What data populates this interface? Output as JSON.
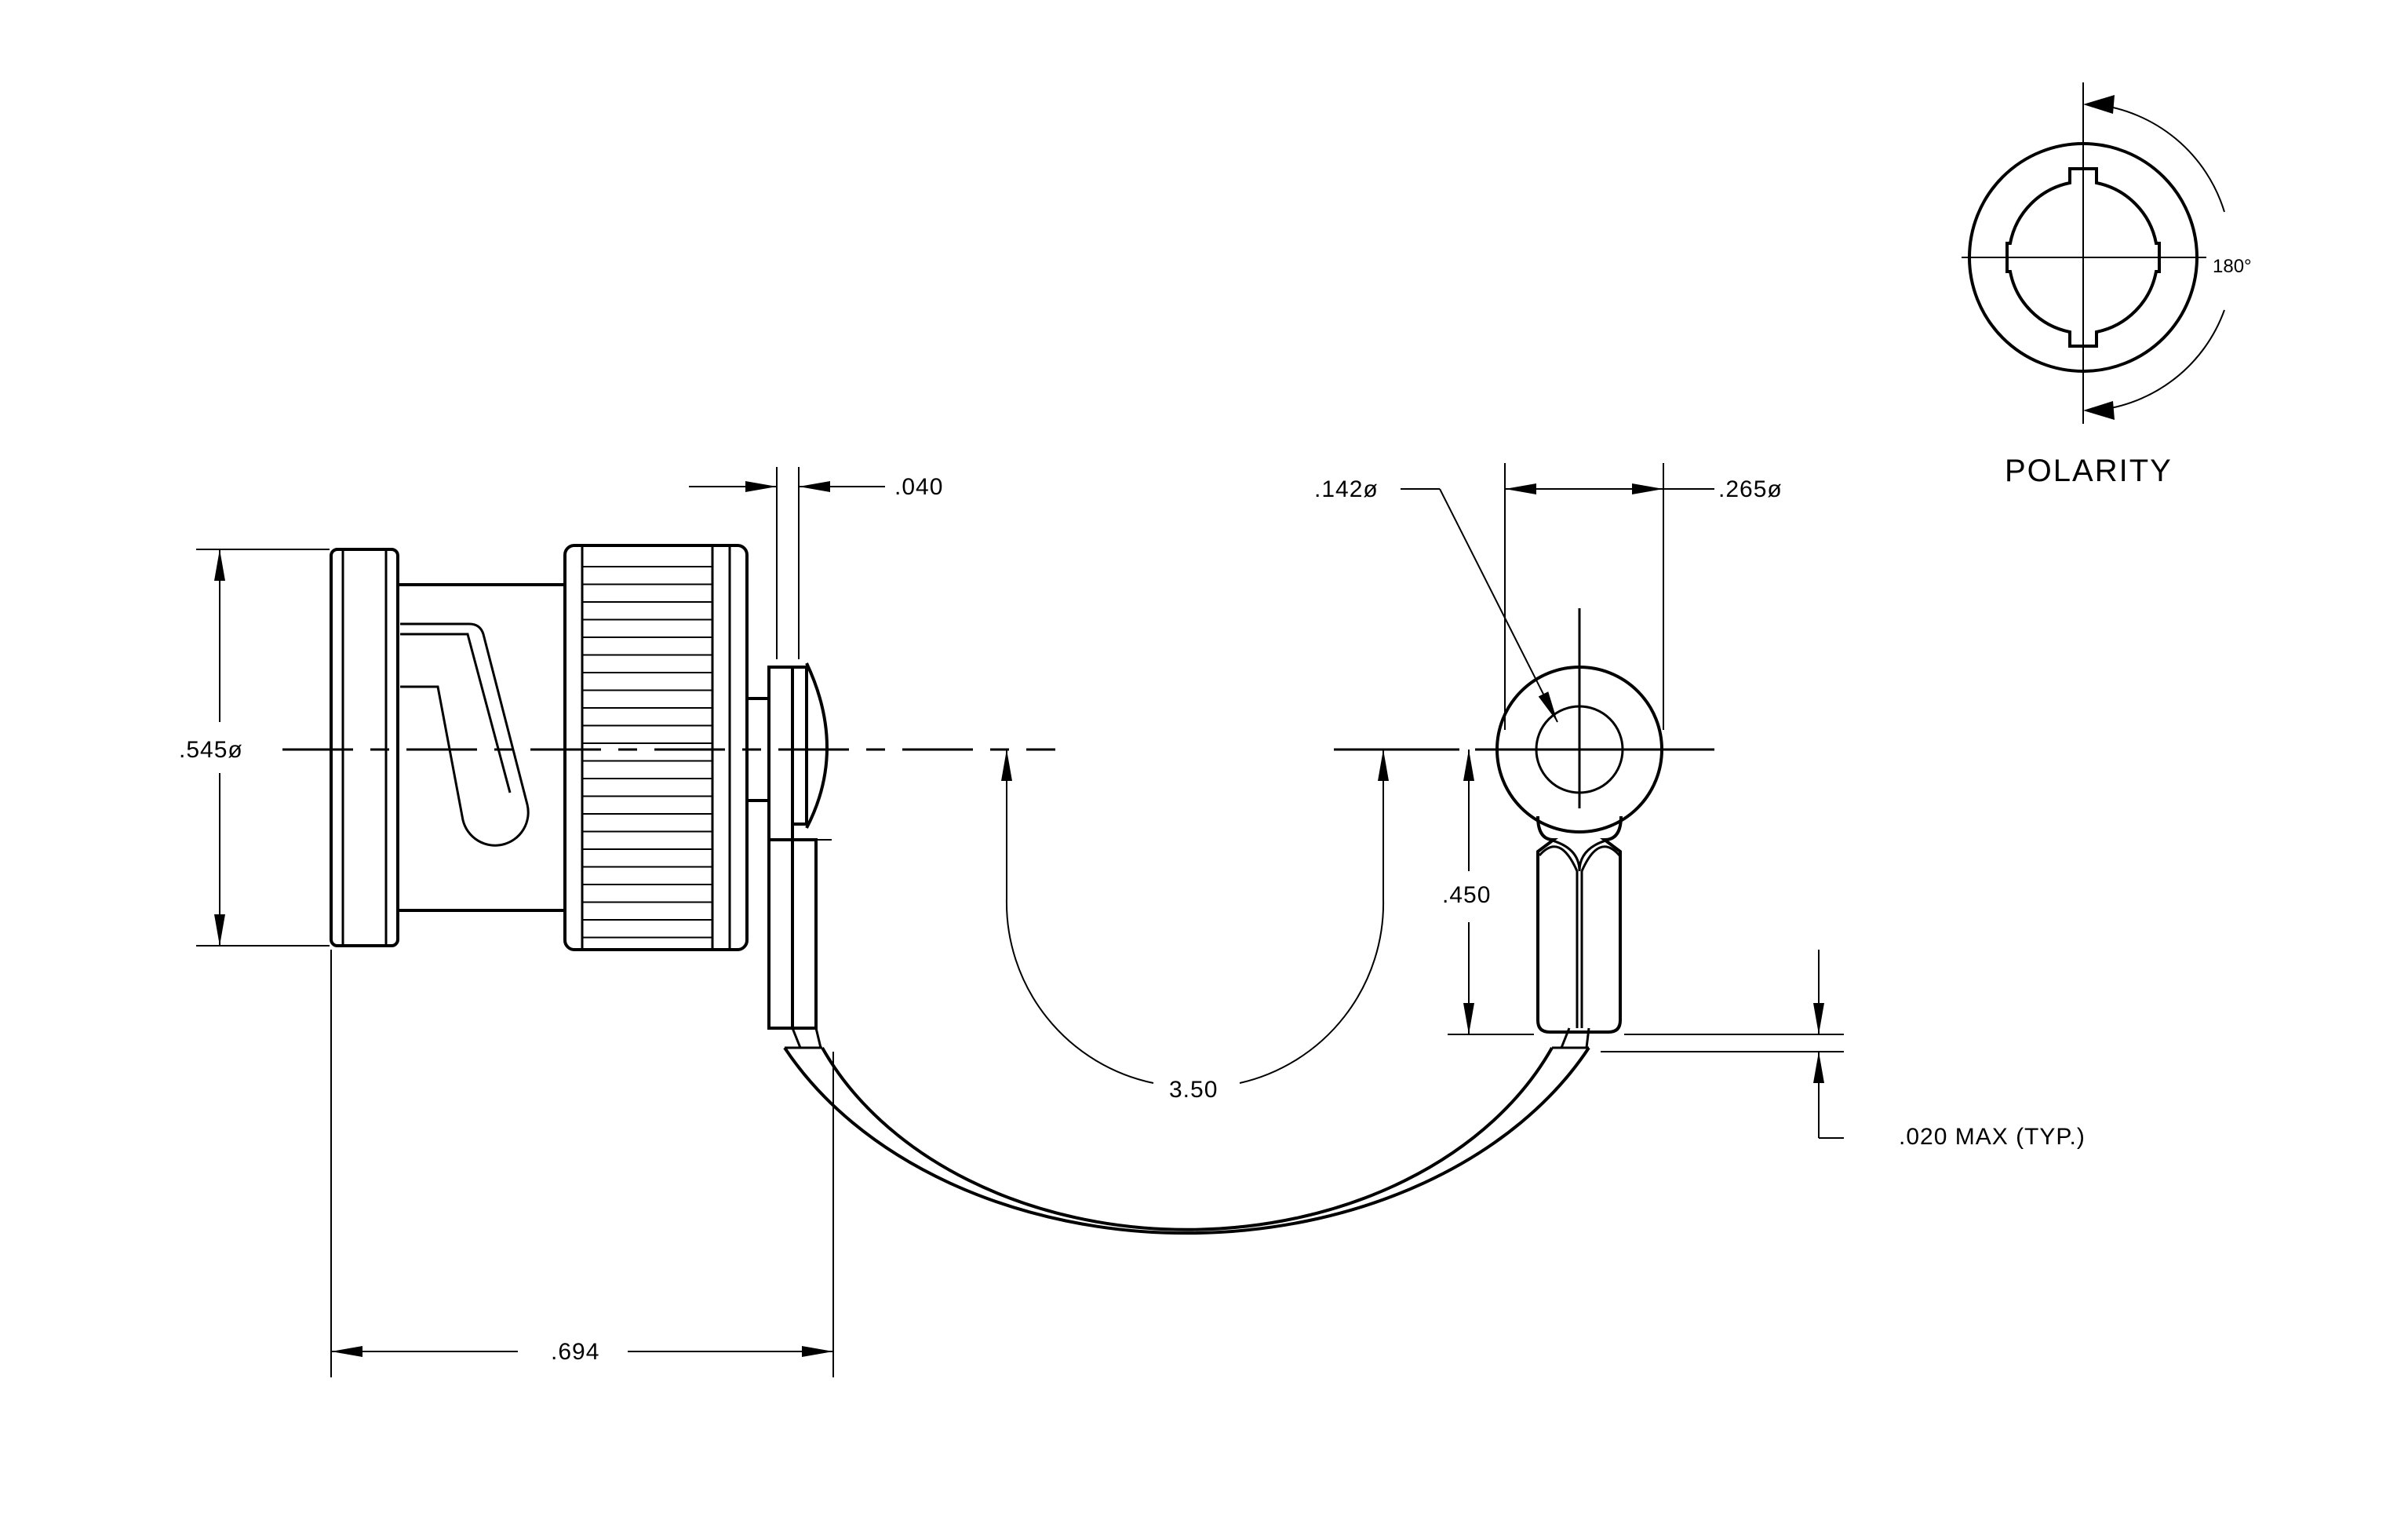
{
  "dimensions": {
    "wall_thickness": ".040",
    "hole_diameter": ".142ø",
    "lug_width": ".265ø",
    "body_diameter": ".545ø",
    "lug_height": ".450",
    "cable_length": "3.50",
    "overall_length": ".694",
    "gap_tolerance": ".020 MAX (TYP.)"
  },
  "polarity_view": {
    "title": "POLARITY",
    "rotation_label": "180°"
  },
  "colors": {
    "line": "#000000",
    "background": "#ffffff"
  }
}
